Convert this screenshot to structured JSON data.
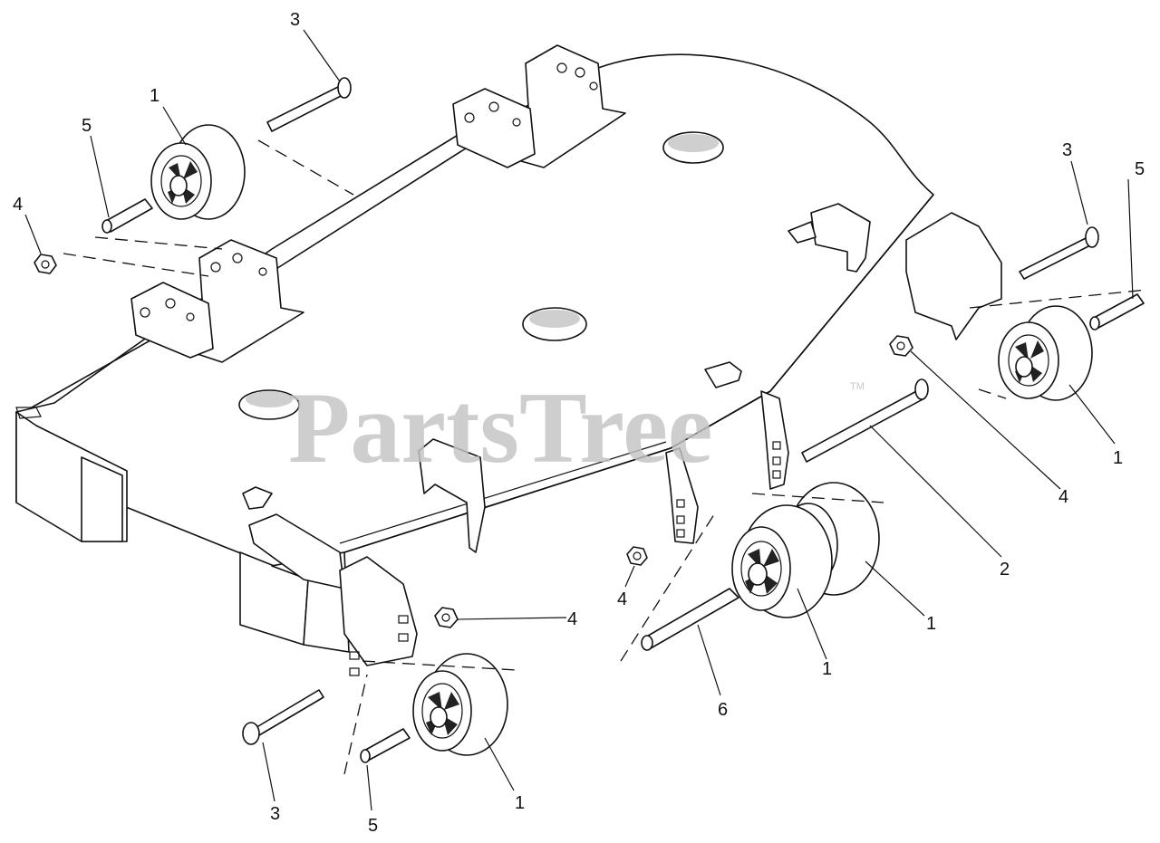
{
  "watermark": {
    "text": "PartsTree",
    "mark": "TM"
  },
  "callouts": [
    {
      "id": "c3-top-left",
      "text": "3"
    },
    {
      "id": "c1-top-left",
      "text": "1"
    },
    {
      "id": "c5-top-left",
      "text": "5"
    },
    {
      "id": "c4-left",
      "text": "4"
    },
    {
      "id": "c3-right",
      "text": "3"
    },
    {
      "id": "c5-right",
      "text": "5"
    },
    {
      "id": "c1-right",
      "text": "1"
    },
    {
      "id": "c4-right",
      "text": "4"
    },
    {
      "id": "c2",
      "text": "2"
    },
    {
      "id": "c1-mid-outer",
      "text": "1"
    },
    {
      "id": "c1-mid-inner",
      "text": "1"
    },
    {
      "id": "c4-center",
      "text": "4"
    },
    {
      "id": "c4-front",
      "text": "4"
    },
    {
      "id": "c6",
      "text": "6"
    },
    {
      "id": "c3-bottom",
      "text": "3"
    },
    {
      "id": "c5-bottom",
      "text": "5"
    },
    {
      "id": "c1-bottom",
      "text": "1"
    }
  ],
  "colors": {
    "ink": "#111111",
    "watermark": "#c4c4c4",
    "background": "#ffffff"
  }
}
